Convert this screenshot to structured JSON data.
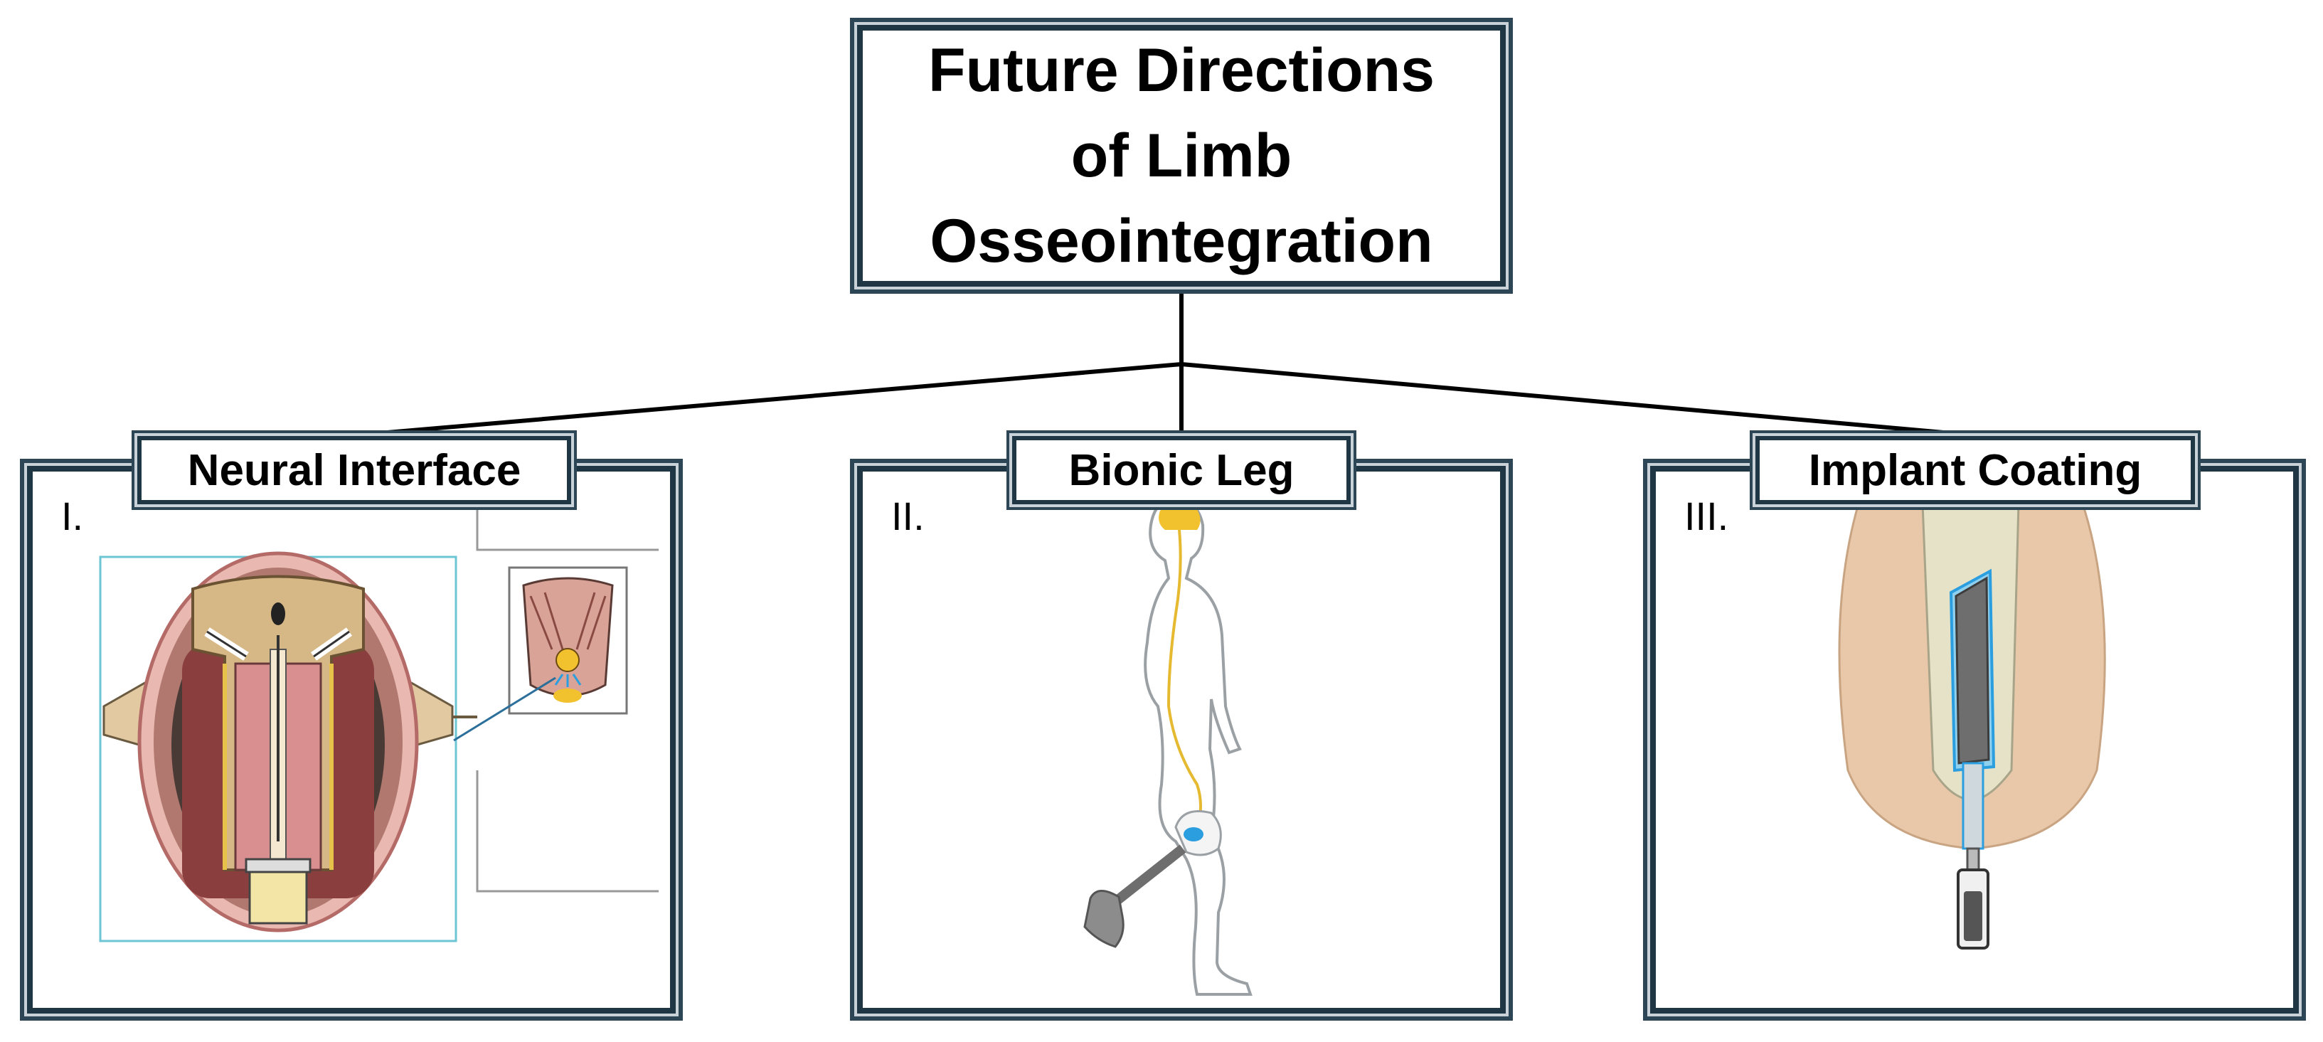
{
  "title": {
    "line1": "Future Directions",
    "line2": "of Limb",
    "line3": "Osseointegration"
  },
  "panels": [
    {
      "numeral": "I.",
      "label": "Neural Interface"
    },
    {
      "numeral": "II.",
      "label": "Bionic Leg"
    },
    {
      "numeral": "III.",
      "label": "Implant Coating"
    }
  ],
  "colors": {
    "frame_dark": "#1f3644",
    "frame_light": "#c9d2d8",
    "tissue_pink": "#d98f8f",
    "bone_beige": "#d8c49a",
    "nerve_yellow": "#f2c12e",
    "electrode_blue": "#2b9ee0",
    "skin_tone": "#e8c8a8",
    "implant_gray": "#6e6e6e"
  }
}
